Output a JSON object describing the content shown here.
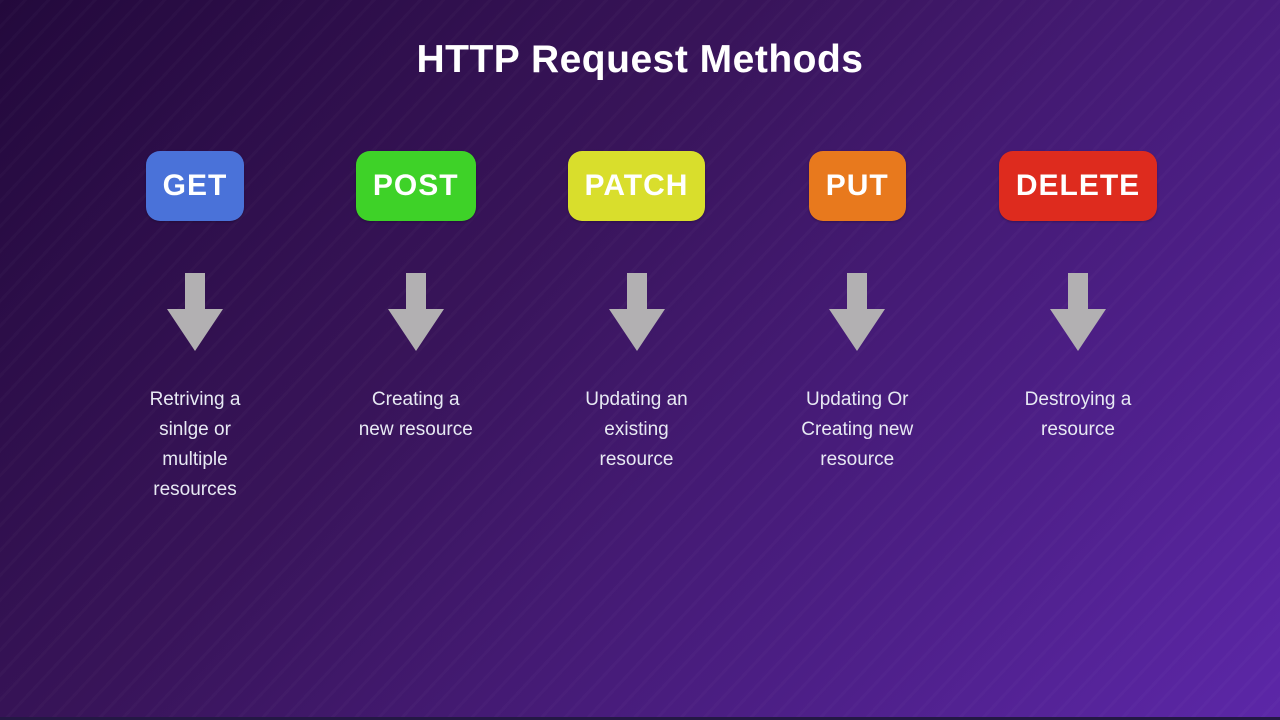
{
  "title": "HTTP Request Methods",
  "title_color": "#ffffff",
  "text_color": "#e7e9f3",
  "background": {
    "gradient_from": "#23093c",
    "gradient_mid": "#381459",
    "gradient_to": "#5c27a8",
    "bottom_edge": "#241845"
  },
  "arrow": {
    "icon": "down-arrow-icon",
    "color": "#b2b0b2"
  },
  "methods": [
    {
      "label": "GET",
      "color": "#4a72d9",
      "description": "Retriving a\nsinlge or\nmultiple\nresources"
    },
    {
      "label": "POST",
      "color": "#3ed228",
      "description": "Creating a\nnew resource"
    },
    {
      "label": "PATCH",
      "color": "#d9de2c",
      "description": "Updating an\nexisting\nresource"
    },
    {
      "label": "PUT",
      "color": "#e8791d",
      "description": "Updating Or\nCreating new\nresource"
    },
    {
      "label": "DELETE",
      "color": "#de2b1e",
      "description": "Destroying a\nresource"
    }
  ]
}
